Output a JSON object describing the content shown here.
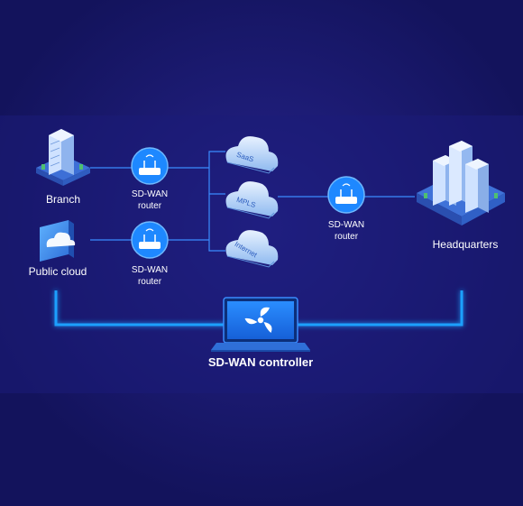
{
  "nodes": {
    "branch": "Branch",
    "public_cloud": "Public cloud",
    "headquarters": "Headquarters"
  },
  "routers": {
    "top": {
      "line1": "SD-WAN",
      "line2": "router"
    },
    "bottom": {
      "line1": "SD-WAN",
      "line2": "router"
    },
    "hq": {
      "line1": "SD-WAN",
      "line2": "router"
    }
  },
  "clouds": {
    "saas": "SaaS",
    "mpls": "MPLS",
    "internet": "Internet"
  },
  "controller": {
    "label": "SD-WAN controller"
  },
  "colors": {
    "background": "#13135c",
    "accent_blue": "#1e88ff",
    "link_line": "#3b8cff",
    "controller_line": "#1aa0ff",
    "text": "#ffffff"
  }
}
